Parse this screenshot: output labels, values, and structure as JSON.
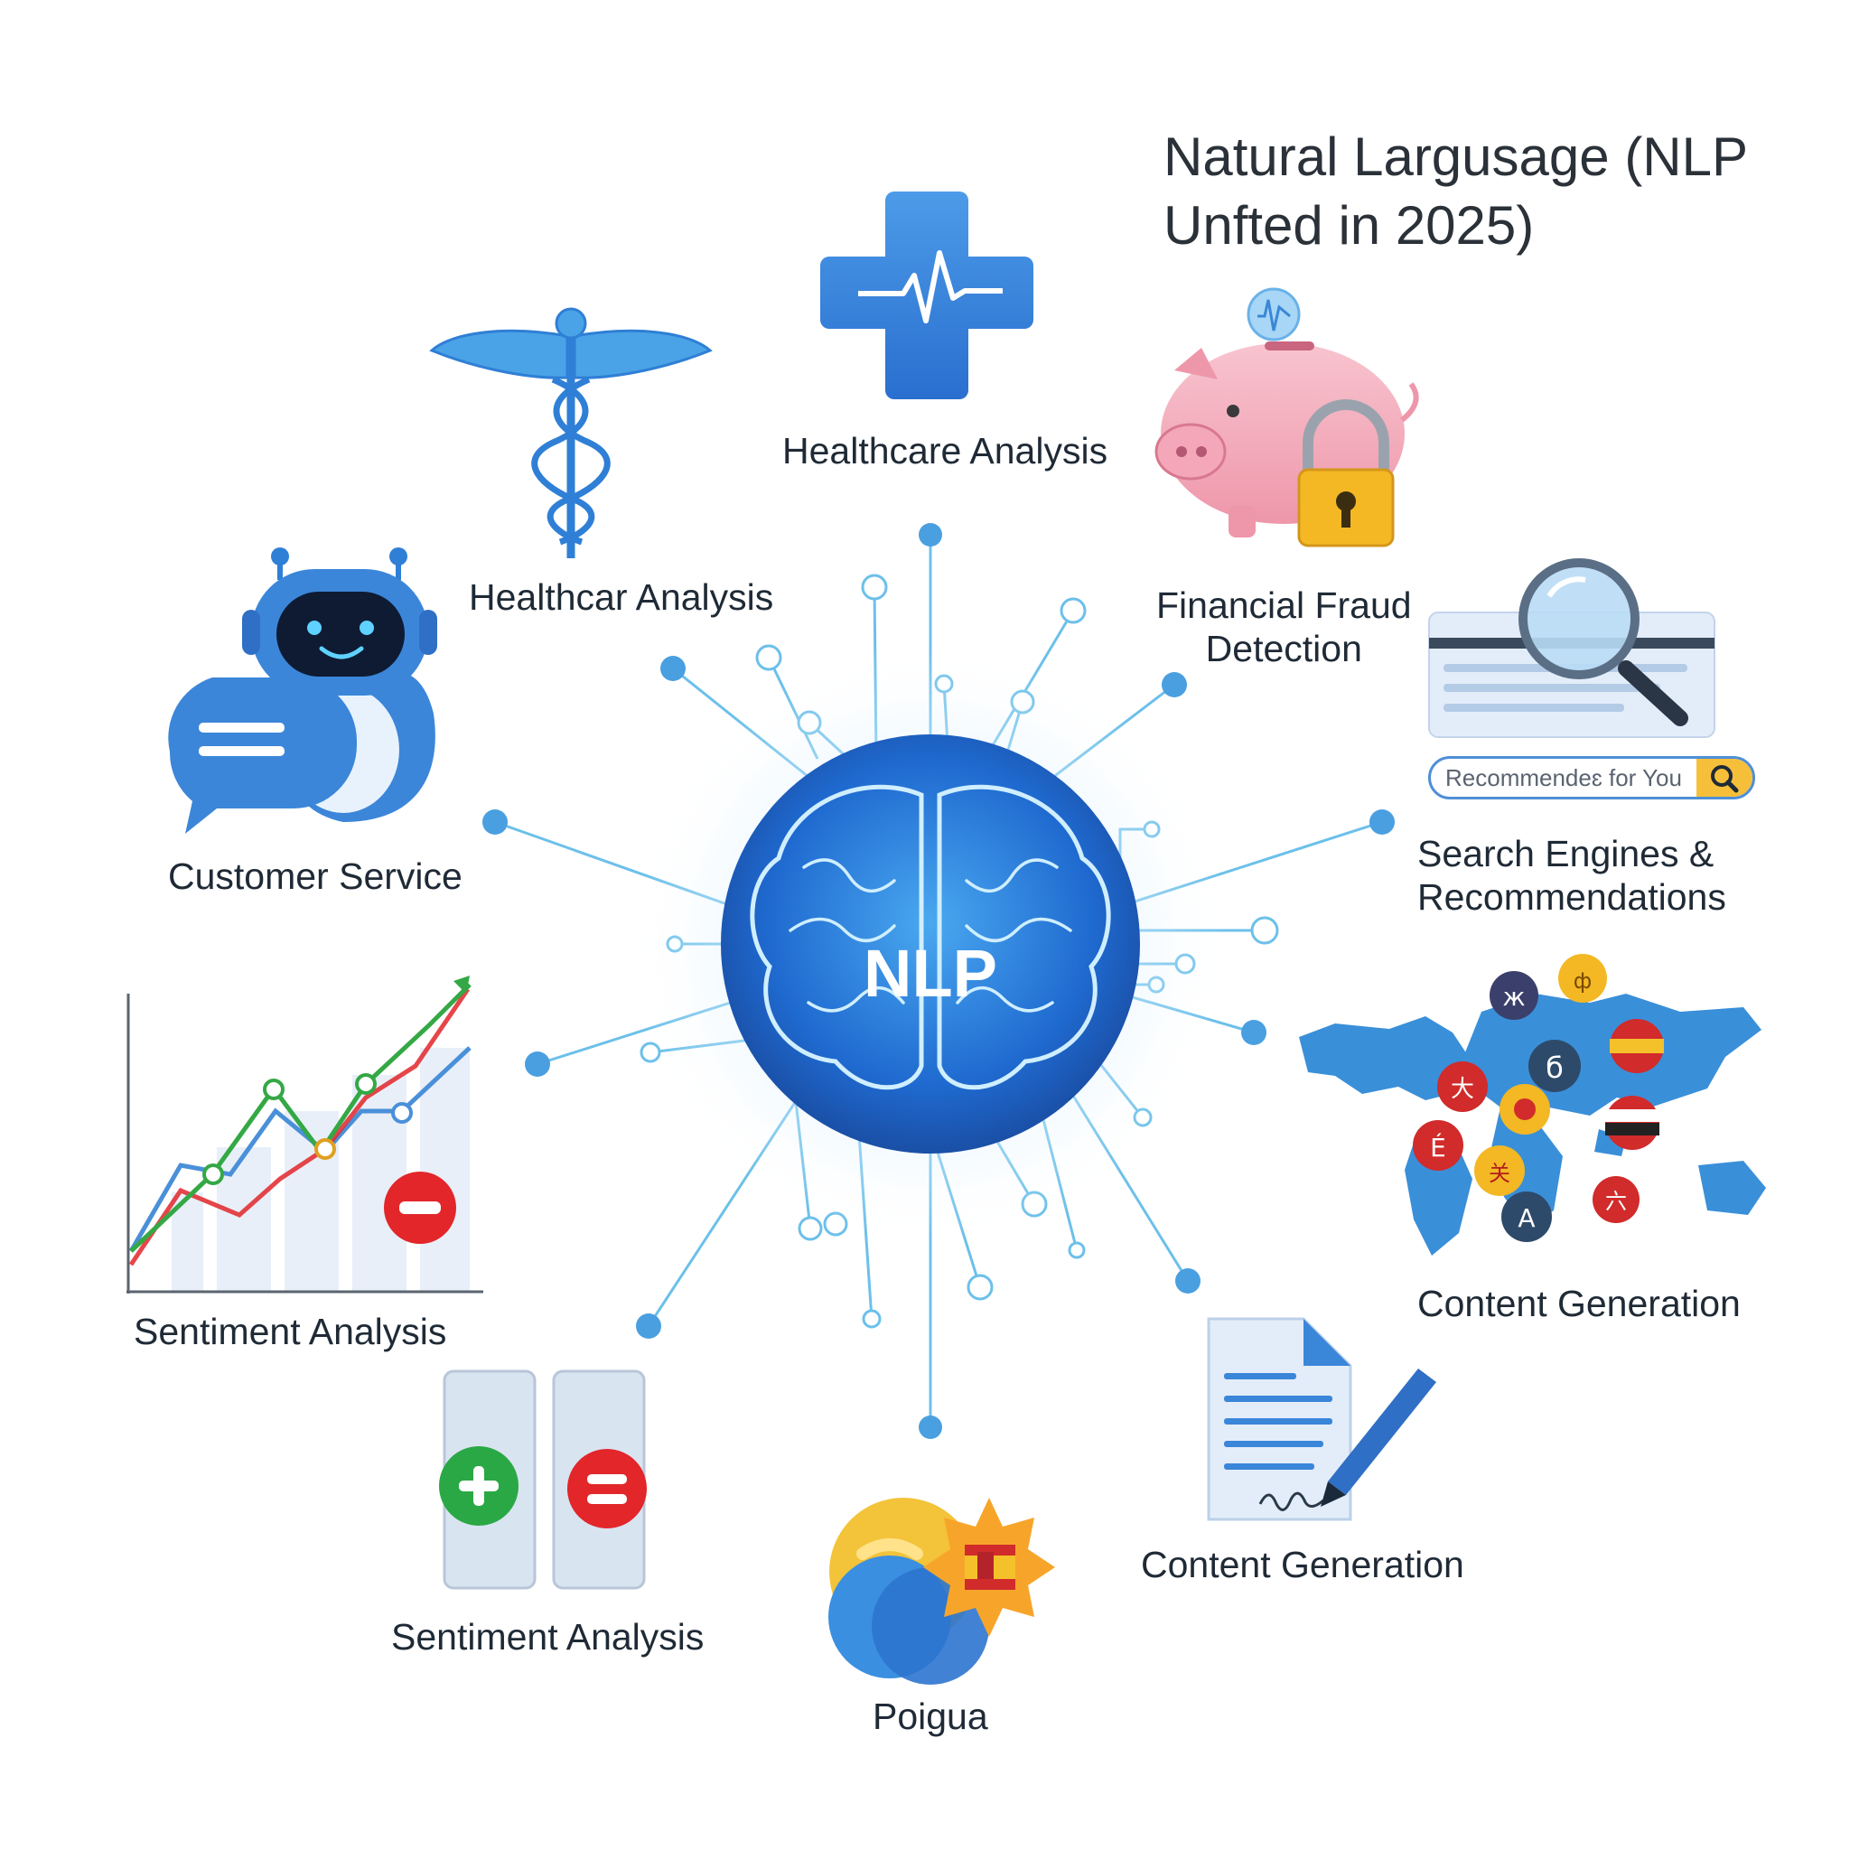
{
  "title": {
    "line1": "Natural Largusage (NLP",
    "line2": "Unfted in 2025)"
  },
  "hub": {
    "label": "NLP"
  },
  "nodes": {
    "healthcare_top": "Healthcare Analysis",
    "healthcare_left": "Healthcar Analysis",
    "customer_service": "Customer Service",
    "sentiment_left": "Sentiment Analysis",
    "sentiment_bottom": "Sentiment Analysis",
    "poigua": "Poigua",
    "content_bottom": "Content Generation",
    "content_right": "Content Generation",
    "search_line1": "Search Engines &",
    "search_line2": "Recommendations",
    "fraud_line1": "Financial Fraud",
    "fraud_line2": "Detection"
  },
  "search_widget": {
    "placeholder": "Recommendeɛ for You"
  },
  "icons": [
    "medical-cross-icon",
    "caduceus-icon",
    "robot-chatbot-icon",
    "chat-bubble-icon",
    "sentiment-chart-icon",
    "minus-badge-icon",
    "plus-badge-icon",
    "equals-badge-icon",
    "globe-flag-icon",
    "document-pen-icon",
    "world-map-icon",
    "search-page-icon",
    "magnifier-icon",
    "piggy-bank-icon",
    "padlock-icon",
    "brain-icon"
  ],
  "colors": {
    "accent": "#2f7fd6",
    "hub": "#1f6ad0",
    "green": "#2aa845",
    "red": "#e2262a",
    "gold": "#f3b824"
  }
}
